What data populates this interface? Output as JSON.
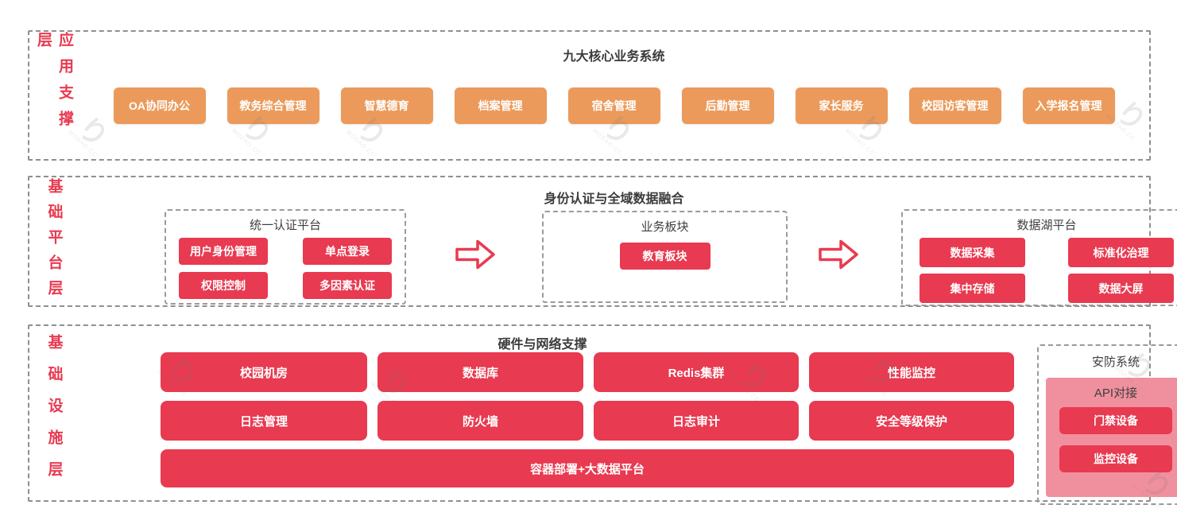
{
  "watermark": {
    "glyph": "り",
    "brand": "MODAO.CC"
  },
  "layers": [
    {
      "label": "应用支撑层",
      "title": "九大核心业务系统",
      "apps": [
        "OA协同办公",
        "教务综合管理",
        "智慧德育",
        "档案管理",
        "宿舍管理",
        "后勤管理",
        "家长服务",
        "校园访客管理",
        "入学报名管理"
      ]
    },
    {
      "label": "基础平台层",
      "title": "身份认证与全域数据融合",
      "groups": [
        {
          "title": "统一认证平台",
          "items": [
            "用户身份管理",
            "单点登录",
            "权限控制",
            "多因素认证"
          ]
        },
        {
          "title": "业务板块",
          "items": [
            "教育板块"
          ]
        },
        {
          "title": "数据湖平台",
          "items": [
            "数据采集",
            "标准化治理",
            "集中存储",
            "数据大屏"
          ]
        }
      ]
    },
    {
      "label": "基础设施层",
      "title": "硬件与网络支撑",
      "grid": [
        "校园机房",
        "数据库",
        "Redis集群",
        "性能监控",
        "日志管理",
        "防火墙",
        "日志审计",
        "安全等级保护"
      ],
      "wide": "容器部署+大数据平台",
      "security": {
        "title": "安防系统",
        "subtitle": "API对接",
        "items": [
          "门禁设备",
          "监控设备"
        ]
      }
    }
  ],
  "colors": {
    "red": "#e83a50",
    "orange": "#eb9a5b",
    "pink": "#f0909e",
    "dash_border": "#8f8f8f"
  }
}
